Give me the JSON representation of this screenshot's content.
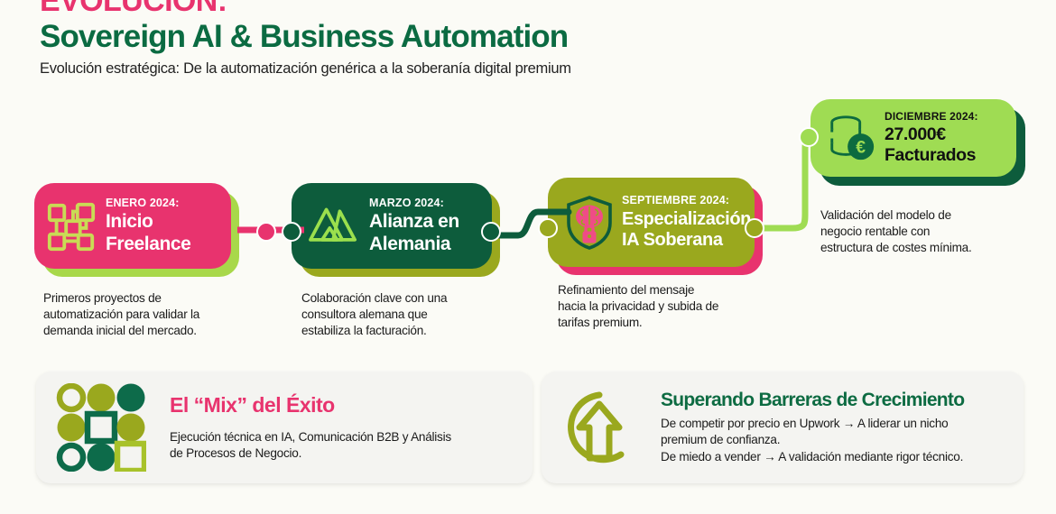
{
  "header": {
    "kicker": "EVOLUCIÓN:",
    "title": "Sovereign AI & Business Automation",
    "subtitle": "Evolución estratégica: De la automatización genérica a la soberanía digital premium"
  },
  "colors": {
    "background": "#FBFBF6",
    "pink": "#E8336E",
    "pink_dark": "#D42563",
    "lime": "#A8D84A",
    "lime_bright": "#9ED94F",
    "green_dark": "#0D5C3C",
    "green_brand": "#0B6B42",
    "olive": "#9AA81E",
    "green_light": "#9FDC53",
    "panel_bg": "#F4F4F1",
    "text_dark": "#1b1b1b"
  },
  "timeline": {
    "milestones": [
      {
        "id": "inicio-freelance",
        "date": "ENERO 2024:",
        "title": "Inicio\nFreelance",
        "title_lines": [
          "Inicio",
          "Freelance"
        ],
        "description": "Primeros proyectos de automatización para validar la demanda inicial del mercado.",
        "description_lines": [
          "Primeros proyectos de",
          "automatización para validar la",
          "demanda inicial del mercado."
        ],
        "icon": "network-nodes-icon",
        "card_color": "#E8336E",
        "shadow_color": "#A8D84A",
        "text_color": "#FFFFFF",
        "icon_color": "#C9DB55"
      },
      {
        "id": "alianza-alemania",
        "date": "MARZO 2024:",
        "title": "Alianza en\nAlemania",
        "title_lines": [
          "Alianza en",
          "Alemania"
        ],
        "description": "Colaboración clave con una consultora alemana que estabiliza la facturación.",
        "description_lines": [
          "Colaboración clave con una",
          "consultora alemana que",
          "estabiliza la facturación."
        ],
        "icon": "mountain-triangles-icon",
        "card_color": "#0D5C3C",
        "shadow_color": "#9AA81E",
        "text_color": "#FFFFFF",
        "icon_color": "#9BE04D"
      },
      {
        "id": "especializacion-ia",
        "date": "SEPTIEMBRE 2024:",
        "title": "Especialización\nIA Soberana",
        "title_lines": [
          "Especialización",
          "IA Soberana"
        ],
        "description": "Refinamiento del mensaje hacia la privacidad y subida de tarifas premium.",
        "description_lines": [
          "Refinamiento del mensaje",
          "hacia la privacidad y subida de",
          "tarifas premium."
        ],
        "icon": "shield-brain-lock-icon",
        "card_color": "#9AA81E",
        "shadow_color": "#E8336E",
        "text_color": "#FFFFFF",
        "icon_color": "#0D5C3C"
      },
      {
        "id": "facturados",
        "date": "DICIEMBRE 2024:",
        "title": "27.000€\nFacturados",
        "title_lines": [
          "27.000€",
          "Facturados"
        ],
        "description": "Validación del modelo de negocio rentable con estructura de costes mínima.",
        "description_lines": [
          "Validación del modelo de",
          "negocio rentable con",
          "estructura de costes mínima."
        ],
        "icon": "euro-coins-icon",
        "card_color": "#9FDC53",
        "shadow_color": "#0D5C3C",
        "text_color": "#111111",
        "icon_color": "#0D6B3F"
      }
    ]
  },
  "panels": [
    {
      "id": "mix-exito",
      "title": "El “Mix” del Éxito",
      "body_lines": [
        "Ejecución técnica en IA, Comunicación B2B y Análisis",
        "de Procesos de Negocio."
      ],
      "icon": "shapes-grid-icon"
    },
    {
      "id": "barreras-crecimiento",
      "title": "Superando Barreras de Crecimiento",
      "body_lines": [
        "De competir por precio en Upwork → A liderar un nicho",
        "premium de confianza.",
        "De miedo a vender → A validación mediante rigor técnico."
      ],
      "icon": "growth-arrow-circle-icon"
    }
  ]
}
